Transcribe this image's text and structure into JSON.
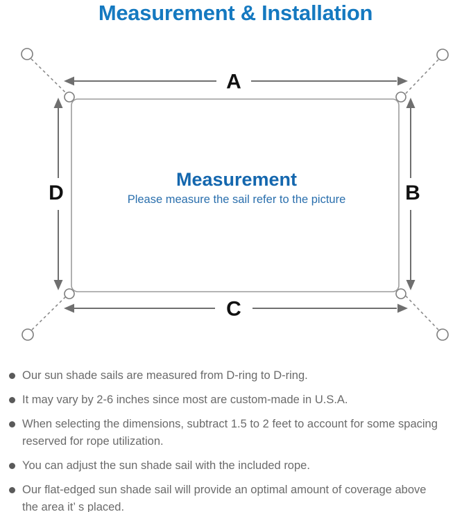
{
  "page": {
    "title": "Measurement & Installation"
  },
  "diagram": {
    "center_heading": "Measurement",
    "center_subheading": "Please measure the sail refer to the picture",
    "dimension_labels": {
      "top": "A",
      "right": "B",
      "bottom": "C",
      "left": "D"
    },
    "colors": {
      "title_blue": "#1579c0",
      "center_heading_blue": "#1467ae",
      "center_subheading_blue": "#2a6fad",
      "outline_gray": "#9c9c9c",
      "arrow_gray": "#6f6f6f",
      "tether_gray": "#8a8a8a",
      "dimension_label_black": "#111111",
      "note_text_gray": "#6a6a6a"
    }
  },
  "notes": {
    "items": [
      {
        "lines": [
          "Our sun shade sails are measured from D-ring to D-ring."
        ]
      },
      {
        "lines": [
          "It may vary by 2-6 inches since most are custom-made in U.S.A."
        ]
      },
      {
        "lines": [
          "When selecting the dimensions, subtract 1.5 to 2 feet to account for some spacing",
          "reserved for rope utilization."
        ]
      },
      {
        "lines": [
          "You can adjust the sun shade sail with the included rope."
        ]
      },
      {
        "lines": [
          "Our flat-edged sun shade sail will provide an optimal amount of coverage above",
          "the area it’ s placed."
        ]
      }
    ]
  }
}
